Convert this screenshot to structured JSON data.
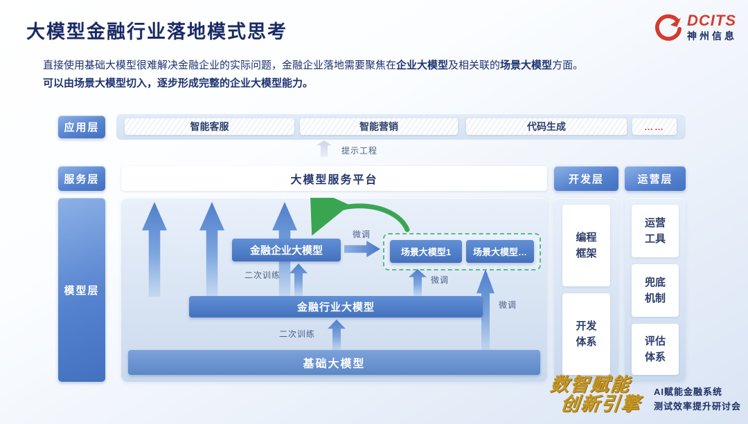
{
  "header": {
    "title": "大模型金融行业落地模式思考",
    "logo_brand": "DCITS",
    "logo_company": "神州信息"
  },
  "intro": {
    "seg1": "直接使用基础大模型很难解决金融企业的实际问题，金融企业落地需要聚焦在",
    "seg2_bold": "企业大模型",
    "seg3": "及相关联的",
    "seg4_bold": "场景大模型",
    "seg5": "方面。",
    "line2_bold": "可以由场景大模型切入，逐步形成完整的企业大模型能力。"
  },
  "labels": {
    "prompt_engineering": "提示工程",
    "finetune": "微调",
    "retrain": "二次训练"
  },
  "layers": {
    "application": {
      "label": "应用层",
      "items": [
        "智能客服",
        "智能营销",
        "代码生成",
        "……"
      ]
    },
    "service": {
      "label": "服务层",
      "platform": "大模型服务平台"
    },
    "model": {
      "label": "模型层",
      "enterprise": "金融企业大模型",
      "scenario1": "场景大模型1",
      "scenario2": "场景大模型…",
      "industry": "金融行业大模型",
      "base": "基础大模型"
    },
    "development": {
      "label": "开发层",
      "items": [
        "编程框架",
        "开发体系"
      ]
    },
    "operations": {
      "label": "运营层",
      "items": [
        "运营工具",
        "兜底机制",
        "评估体系"
      ]
    }
  },
  "footer": {
    "slogan_line1": "数智赋能",
    "slogan_line2": "创新引擎",
    "event_line1": "AI赋能金融系统",
    "event_line2": "测试效率提升研讨会"
  }
}
